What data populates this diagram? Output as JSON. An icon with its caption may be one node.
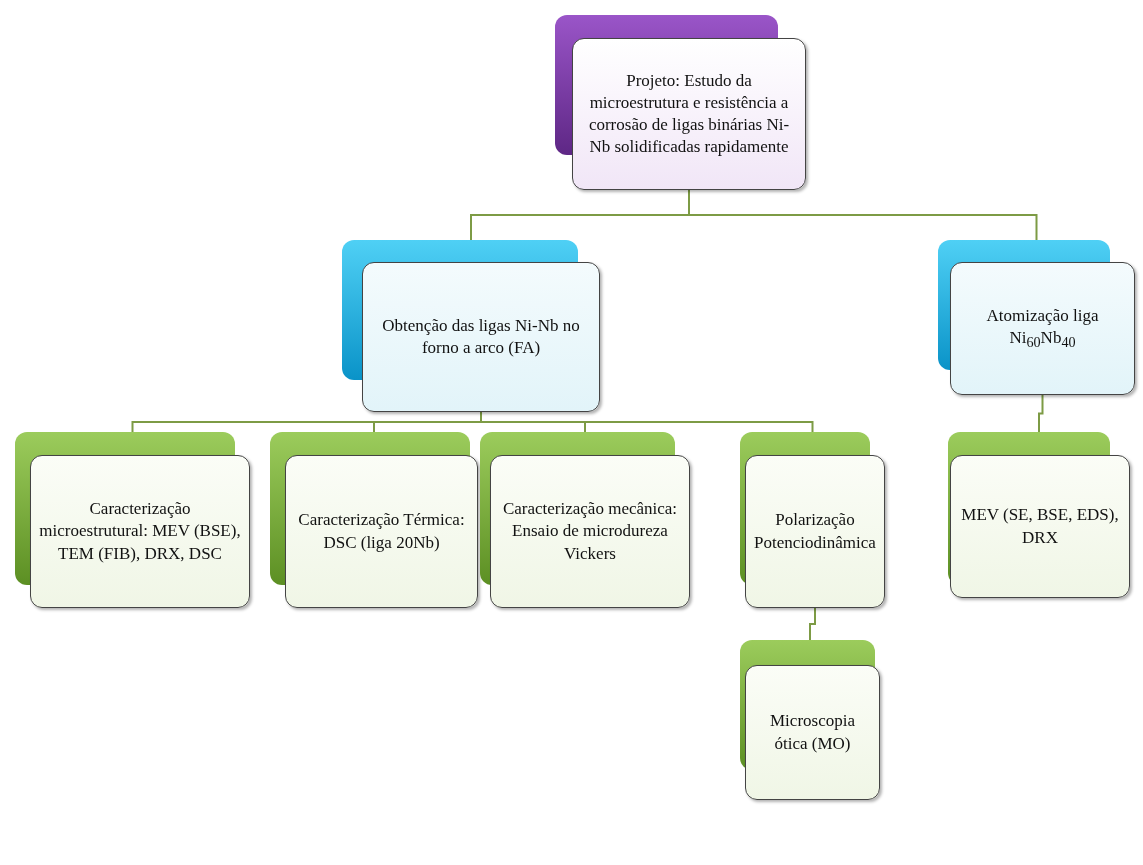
{
  "diagram": {
    "nodes": [
      {
        "text": [
          "Projeto: Estudo da microestrutura e resistência a corrosão de ligas binárias Ni-Nb solidificadas rapidamente"
        ]
      },
      {
        "text": [
          "Obtenção das ligas Ni-Nb no forno a arco (FA)"
        ]
      },
      {
        "text": [
          "Atomização liga Ni$_{60}$Nb$_{40}$"
        ]
      },
      {
        "text": [
          "Caracterização microestrutural: MEV (BSE), TEM (FIB), DRX, DSC"
        ]
      },
      {
        "text": [
          "Caracterização Térmica: DSC (liga 20Nb)"
        ]
      },
      {
        "text": [
          "Caracterização mecânica: Ensaio de microdureza Vickers"
        ]
      },
      {
        "text": [
          "Polarização Potenciodinâmica"
        ]
      },
      {
        "text": [
          "MEV (SE, BSE, EDS), DRX"
        ]
      },
      {
        "text": [
          "Microscopia ótica (MO)"
        ]
      }
    ],
    "edges": [
      {
        "from": 0,
        "to": 1,
        "arrow": "none"
      },
      {
        "from": 0,
        "to": 2,
        "arrow": "none"
      },
      {
        "from": 1,
        "to": 3,
        "arrow": "none"
      },
      {
        "from": 1,
        "to": 4,
        "arrow": "none"
      },
      {
        "from": 1,
        "to": 5,
        "arrow": "none"
      },
      {
        "from": 1,
        "to": 6,
        "arrow": "none"
      },
      {
        "from": 2,
        "to": 7,
        "arrow": "none"
      },
      {
        "from": 6,
        "to": 8,
        "arrow": "none"
      }
    ]
  }
}
